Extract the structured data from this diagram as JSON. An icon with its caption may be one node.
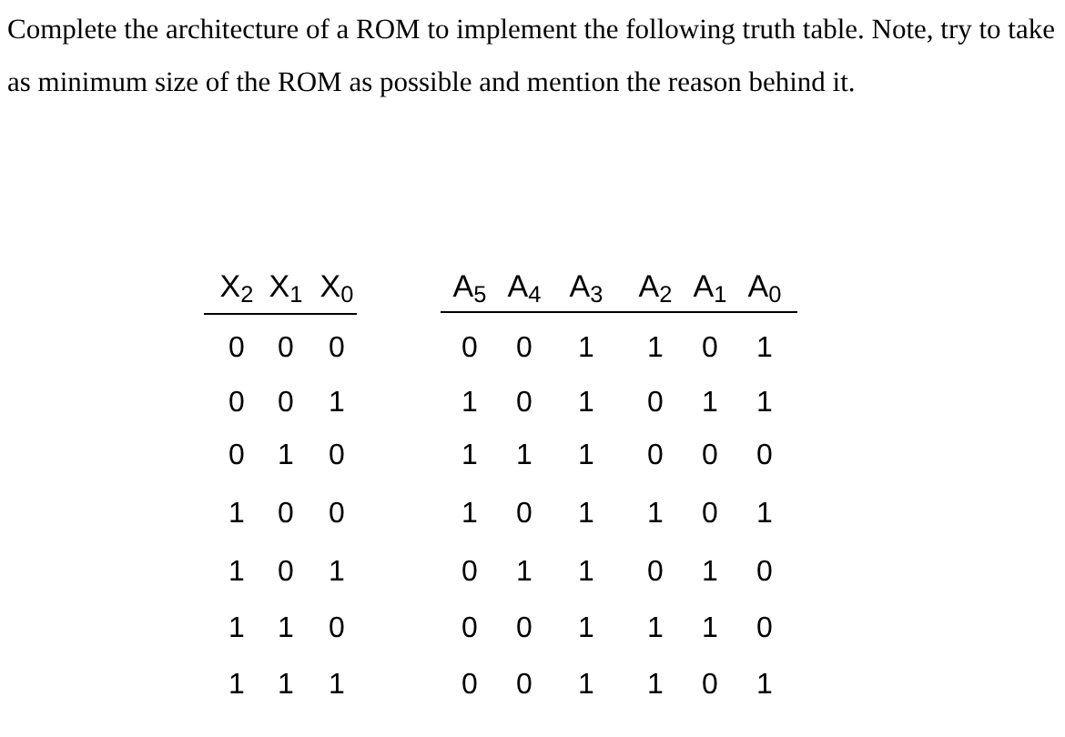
{
  "diagram": {
    "labels": [
      "Complete the architecture of a ROM to implement the following truth table. Note, try to take as minimum size of the ROM as possible and mention the reason behind it.",
      "X$_{2}$",
      "X$_{1}$",
      "X$_{0}$",
      "A$_{5}$",
      "A$_{4}$",
      "A$_{3}$",
      "A$_{2}$",
      "A$_{1}$",
      "A$_{0}$",
      "0",
      "0",
      "0",
      "0",
      "0",
      "1",
      "1",
      "0",
      "1",
      "0",
      "0",
      "1",
      "1",
      "0",
      "1",
      "0",
      "1",
      "1",
      "0",
      "1",
      "0",
      "1",
      "1",
      "1",
      "0",
      "0",
      "0",
      "1",
      "0",
      "0",
      "1",
      "0",
      "1",
      "1",
      "0",
      "1",
      "1",
      "0",
      "1",
      "0",
      "1",
      "1",
      "0",
      "1",
      "0",
      "1",
      "1",
      "0",
      "0",
      "0",
      "1",
      "1",
      "1",
      "0",
      "1",
      "1",
      "1",
      "0",
      "0",
      "1",
      "1",
      "0",
      "1"
    ]
  }
}
